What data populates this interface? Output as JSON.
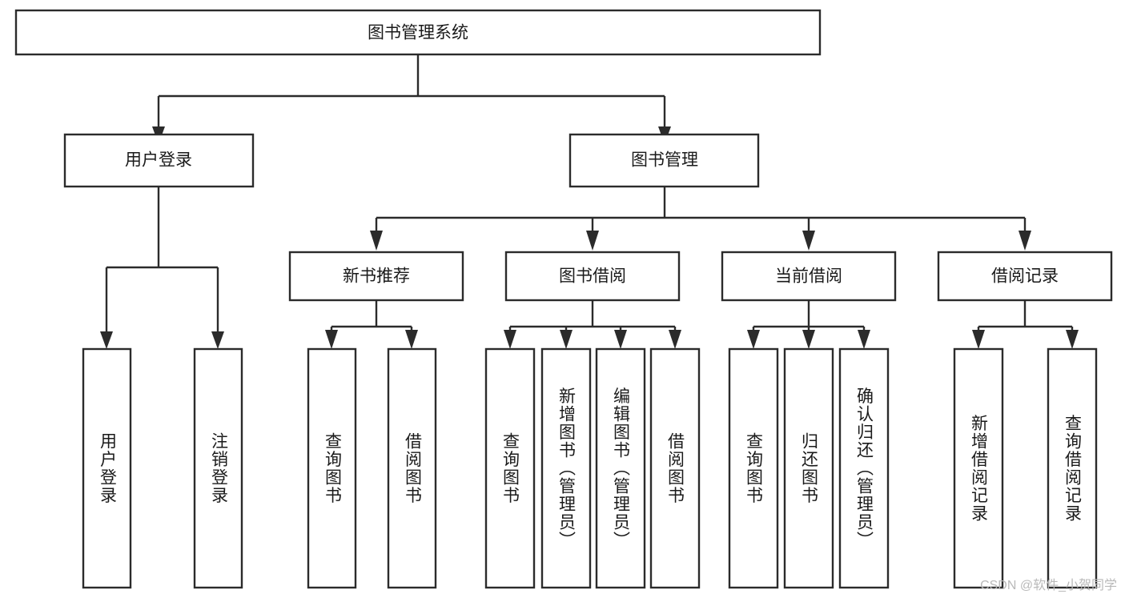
{
  "diagram": {
    "title": "图书管理系统",
    "type": "tree",
    "watermark": "CSDN @软件_小贺同学",
    "colors": {
      "box_stroke": "#2b2b2b",
      "box_fill": "#ffffff",
      "text": "#1a1a1a",
      "connector": "#2b2b2b",
      "watermark": "#b9b9b9",
      "background": "#ffffff"
    },
    "root": {
      "label": "图书管理系统",
      "orientation": "horizontal"
    },
    "level2": [
      {
        "label": "用户登录",
        "orientation": "horizontal"
      },
      {
        "label": "图书管理",
        "orientation": "horizontal"
      }
    ],
    "level3": [
      {
        "label": "新书推荐",
        "orientation": "horizontal"
      },
      {
        "label": "图书借阅",
        "orientation": "horizontal"
      },
      {
        "label": "当前借阅",
        "orientation": "horizontal"
      },
      {
        "label": "借阅记录",
        "orientation": "horizontal"
      }
    ],
    "leaves": {
      "user_login": [
        {
          "label": "用户登录",
          "orientation": "vertical"
        },
        {
          "label": "注销登录",
          "orientation": "vertical"
        }
      ],
      "new_book_recommend": [
        {
          "label": "查询图书",
          "orientation": "vertical"
        },
        {
          "label": "借阅图书",
          "orientation": "vertical"
        }
      ],
      "book_borrow": [
        {
          "label": "查询图书",
          "orientation": "vertical"
        },
        {
          "label": "新增图书（管理员）",
          "orientation": "vertical"
        },
        {
          "label": "编辑图书（管理员）",
          "orientation": "vertical"
        },
        {
          "label": "借阅图书",
          "orientation": "vertical"
        }
      ],
      "current_borrow": [
        {
          "label": "查询图书",
          "orientation": "vertical"
        },
        {
          "label": "归还图书",
          "orientation": "vertical"
        },
        {
          "label": "确认归还（管理员）",
          "orientation": "vertical"
        }
      ],
      "borrow_record": [
        {
          "label": "新增借阅记录",
          "orientation": "vertical"
        },
        {
          "label": "查询借阅记录",
          "orientation": "vertical"
        }
      ]
    }
  }
}
